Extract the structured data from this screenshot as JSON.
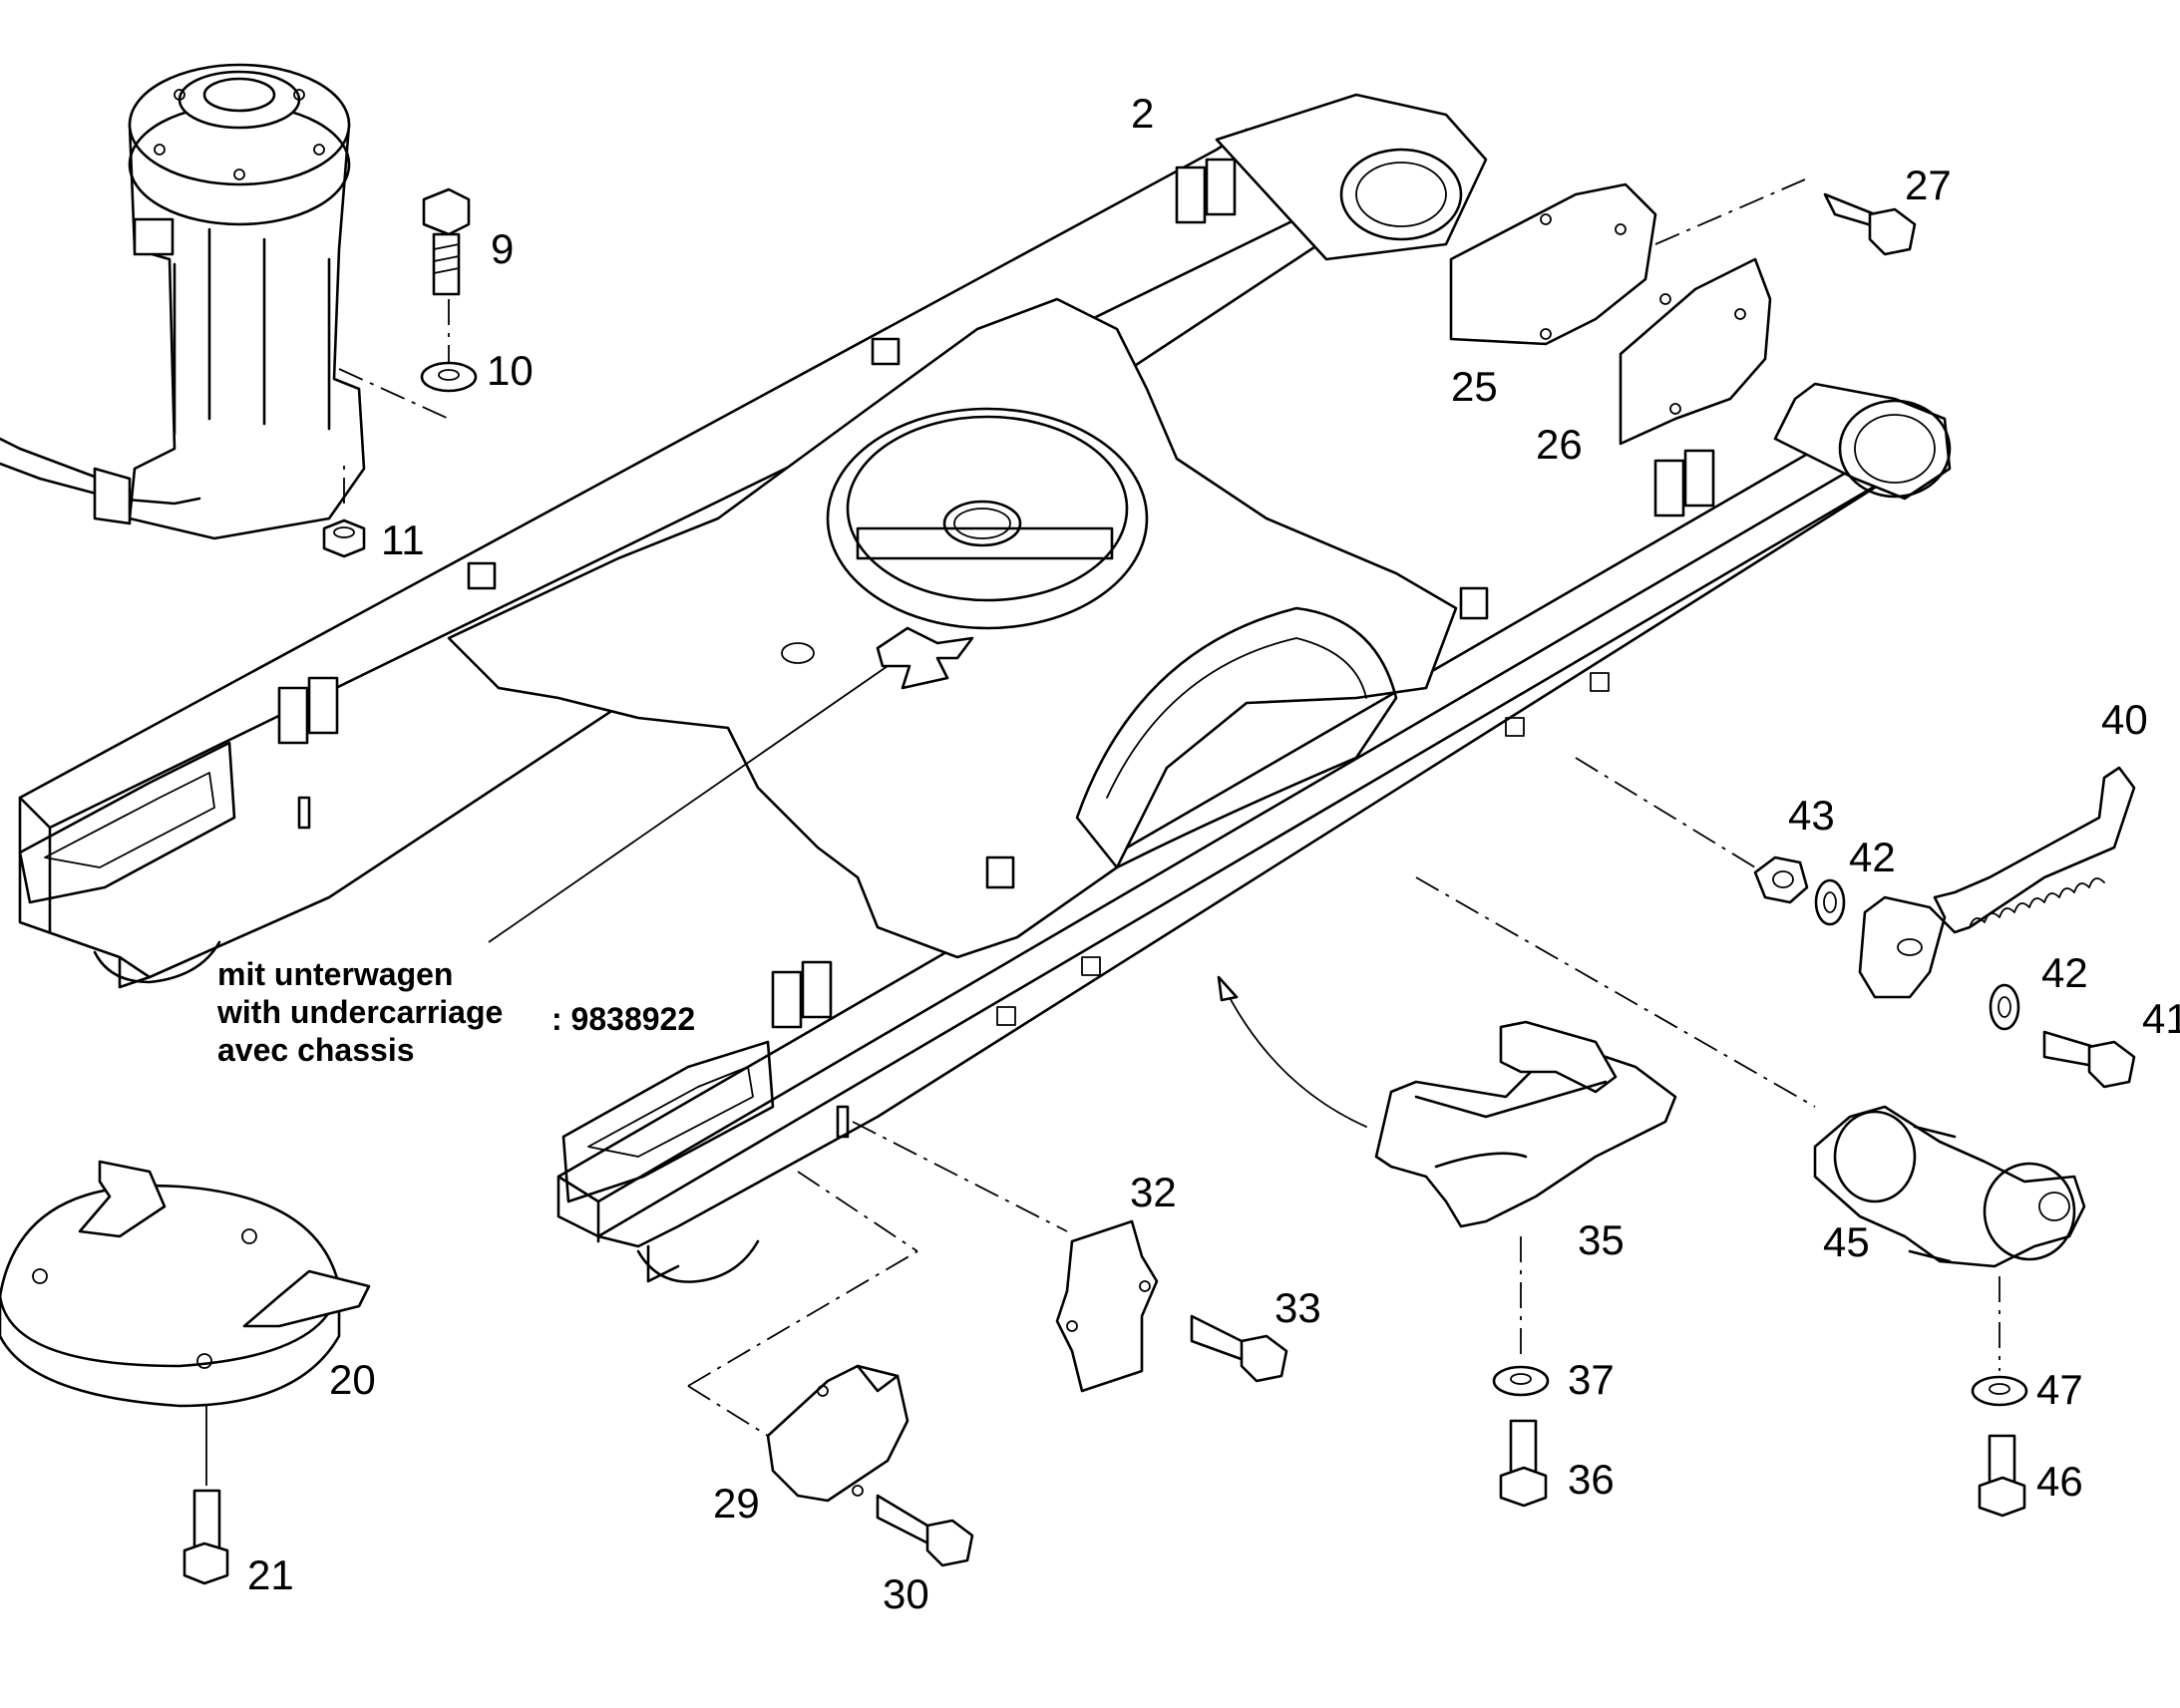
{
  "callouts": {
    "c2": "2",
    "c9": "9",
    "c10": "10",
    "c11": "11",
    "c20": "20",
    "c21": "21",
    "c25": "25",
    "c26": "26",
    "c27": "27",
    "c29": "29",
    "c30": "30",
    "c32": "32",
    "c33": "33",
    "c35": "35",
    "c36": "36",
    "c37": "37",
    "c40": "40",
    "c41": "41",
    "c42a": "42",
    "c42b": "42",
    "c43": "43",
    "c45": "45",
    "c46": "46",
    "c47": "47"
  },
  "note": {
    "line1": "mit unterwagen",
    "line2": "with undercarriage",
    "line3": "avec chassis",
    "part_number": ": 9838922"
  }
}
